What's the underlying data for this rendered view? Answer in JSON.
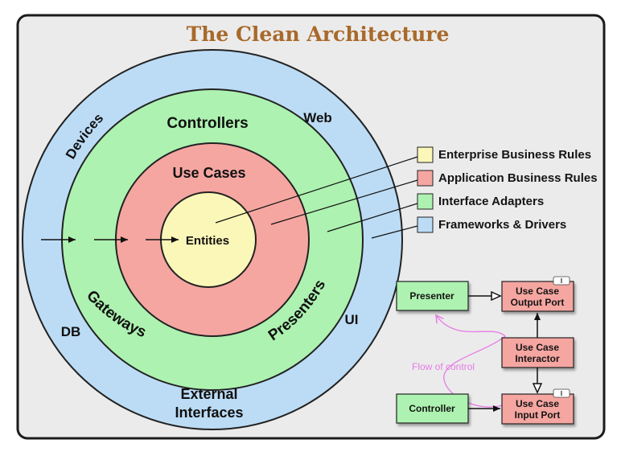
{
  "title": "The Clean Architecture",
  "colors": {
    "frameworks_drivers": "#bcdcf5",
    "interface_adapters": "#adf2b0",
    "application_rules": "#f5a6a1",
    "enterprise_rules": "#fbf7b8",
    "title": "#a8692a",
    "flow": "#e67ce6"
  },
  "rings": {
    "outer": {
      "devices": "Devices",
      "web": "Web",
      "db": "DB",
      "ui": "UI",
      "external_line1": "External",
      "external_line2": "Interfaces"
    },
    "adapters": {
      "controllers": "Controllers",
      "gateways": "Gateways",
      "presenters": "Presenters"
    },
    "use_cases": "Use Cases",
    "entities": "Entities"
  },
  "legend": [
    {
      "label": "Enterprise Business Rules",
      "color": "#fbf7b8"
    },
    {
      "label": "Application Business Rules",
      "color": "#f5a6a1"
    },
    {
      "label": "Interface Adapters",
      "color": "#adf2b0"
    },
    {
      "label": "Frameworks & Drivers",
      "color": "#bcdcf5"
    }
  ],
  "flow_diagram": {
    "presenter": "Presenter",
    "controller": "Controller",
    "output_port_line1": "Use Case",
    "output_port_line2": "Output Port",
    "interactor_line1": "Use Case",
    "interactor_line2": "Interactor",
    "input_port_line1": "Use Case",
    "input_port_line2": "Input Port",
    "interface_tag": "I",
    "flow_label": "Flow of control"
  }
}
